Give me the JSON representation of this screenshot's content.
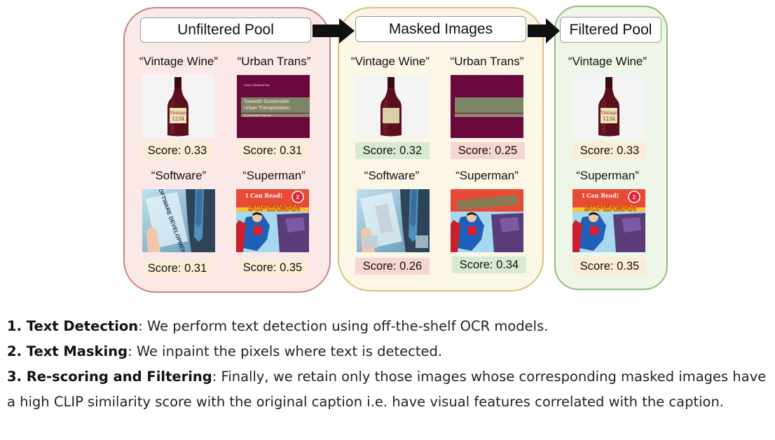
{
  "diagram": {
    "headers": {
      "unfiltered": "Unfiltered Pool",
      "masked": "Masked Images",
      "filtered": "Filtered Pool"
    },
    "unfiltered": [
      {
        "caption": "“Vintage Wine”",
        "score": "Score: 0.33",
        "image": "wine-bottle"
      },
      {
        "caption": "“Urban Trans”",
        "score": "Score: 0.31",
        "image": "book-cover"
      },
      {
        "caption": "“Software”",
        "score": "Score: 0.31",
        "image": "software-touchscreen"
      },
      {
        "caption": "“Superman”",
        "score": "Score: 0.35",
        "image": "superman-comic"
      }
    ],
    "masked": [
      {
        "caption": "“Vintage Wine”",
        "score": "Score: 0.32",
        "image": "wine-bottle-masked"
      },
      {
        "caption": "“Urban Trans”",
        "score": "Score: 0.25",
        "image": "book-cover-masked"
      },
      {
        "caption": "“Software”",
        "score": "Score: 0.26",
        "image": "software-touchscreen-masked"
      },
      {
        "caption": "“Superman”",
        "score": "Score: 0.34",
        "image": "superman-comic-masked"
      }
    ],
    "filtered": [
      {
        "caption": "“Vintage Wine”",
        "score": "Score: 0.33",
        "image": "wine-bottle"
      },
      {
        "caption": "“Superman”",
        "score": "Score: 0.35",
        "image": "superman-comic"
      }
    ],
    "image_text": {
      "wine_label_line1": "Vintage",
      "wine_label_line2": "1234",
      "book_author": "Linus Klautheimas",
      "book_title_line1": "Towards Sustainable",
      "book_title_line2": "Urban Transportation",
      "book_subtitle": "Environmental Costs and ...",
      "software_text": "SOFTWARE DEVELOPMENT",
      "comic_banner": "I Can Read!",
      "comic_level": "2",
      "comic_title": "SUPERMAN"
    },
    "colors": {
      "unfiltered_bg": "#fbe9e8",
      "masked_bg": "#fcf6e6",
      "filtered_bg": "#eef6e9",
      "score_neutral": "#fbecd6",
      "score_increase": "#d9ead3",
      "score_decrease": "#f7d5d2"
    }
  },
  "steps": [
    {
      "title": "1. Text Detection",
      "text": ": We perform text detection using off-the-shelf OCR models."
    },
    {
      "title": "2. Text Masking",
      "text": ": We inpaint the pixels where text is detected."
    },
    {
      "title": "3. Re-scoring and Filtering",
      "text": ": Finally, we retain only those images whose corresponding masked images have a high CLIP similarity score with the original caption i.e. have visual features correlated with the caption."
    }
  ]
}
